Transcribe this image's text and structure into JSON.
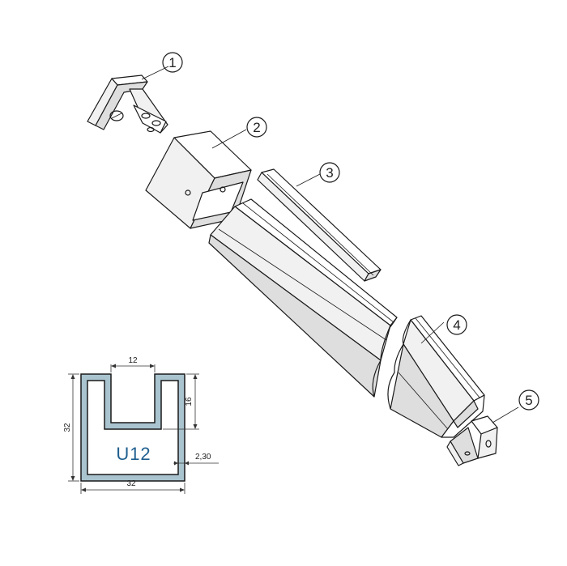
{
  "callouts": [
    {
      "label": "1"
    },
    {
      "label": "2"
    },
    {
      "label": "3"
    },
    {
      "label": "4"
    },
    {
      "label": "5"
    }
  ],
  "profile": {
    "name": "U12",
    "dimensions": {
      "inner_width": "12",
      "inner_depth": "16",
      "height": "32",
      "width": "32",
      "wall_thickness": "2,30"
    }
  },
  "colors": {
    "profile_fill": "#a9c4cf",
    "label_blue": "#1f5f8f"
  }
}
